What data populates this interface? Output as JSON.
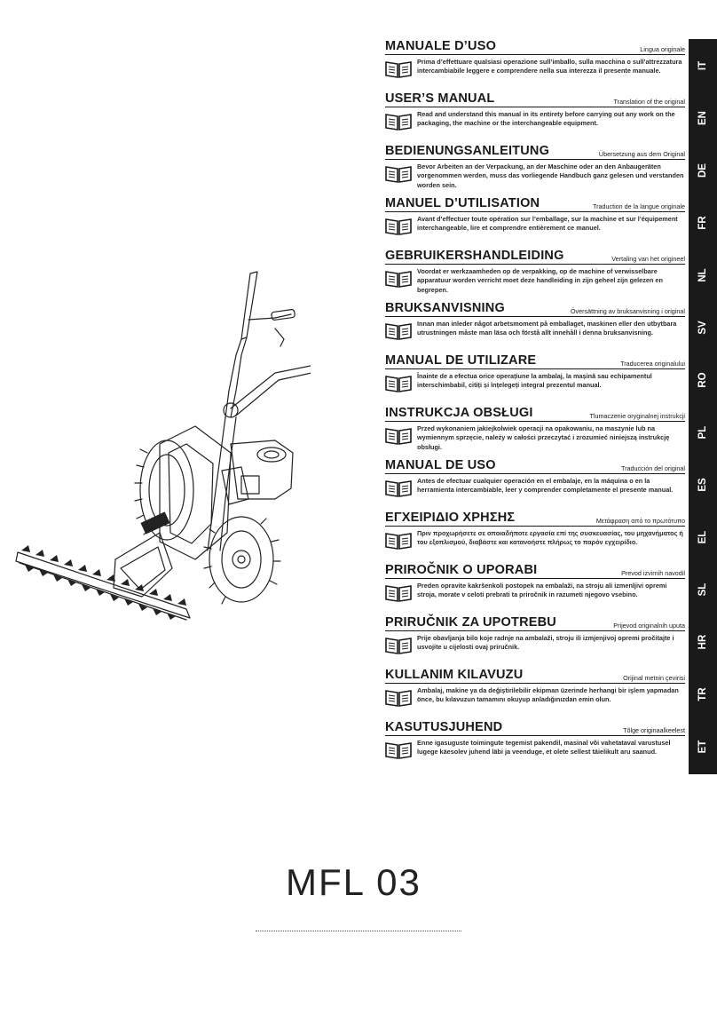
{
  "sections": [
    {
      "code": "IT",
      "title": "MANUALE D’USO",
      "note": "Lingua originale",
      "text": "Prima d’effettuare qualsiasi operazione sull’imballo, sulla macchina o sull’attrezzatura intercambiabile leggere e comprendere nella sua interezza il presente manuale."
    },
    {
      "code": "EN",
      "title": "USER’S MANUAL",
      "note": "Translation of the original",
      "text": "Read and understand this manual in its entirety before carrying out any work on the packaging, the machine or the interchangeable equipment."
    },
    {
      "code": "DE",
      "title": "BEDIENUNGSANLEITUNG",
      "note": "Übersetzung aus dem Original",
      "text": "Bevor Arbeiten an der Verpackung, an der Maschine oder an den Anbaugeräten vorgenommen werden, muss das vorliegende Handbuch ganz gelesen und verstanden worden sein."
    },
    {
      "code": "FR",
      "title": "MANUEL D’UTILISATION",
      "note": "Traduction de la langue originale",
      "text": "Avant d’effectuer toute opération sur l’emballage, sur la machine et sur l’équipement interchangeable, lire et comprendre entièrement ce manuel."
    },
    {
      "code": "NL",
      "title": "GEBRUIKERSHANDLEIDING",
      "note": "Vertaling van het origineel",
      "text": "Voordat er werkzaamheden op de verpakking, op de machine of verwisselbare apparatuur worden verricht moet deze handleiding in zijn geheel zijn gelezen en begrepen."
    },
    {
      "code": "SV",
      "title": "BRUKSANVISNING",
      "note": "Översättning av bruksanvisning i original",
      "text": "Innan man inleder något arbetsmoment på emballaget, maskinen eller den utbytbara utrustningen måste man läsa och förstå allt innehåll i denna bruksanvisning."
    },
    {
      "code": "RO",
      "title": "MANUAL DE UTILIZARE",
      "note": "Traducerea originalului",
      "text": "Înainte de a efectua orice operațiune la ambalaj, la mașină sau echipamentul interschimbabil, citiți și înțelegeți integral prezentul manual."
    },
    {
      "code": "PL",
      "title": "INSTRUKCJA OBSŁUGI",
      "note": "Tlumaczenie oryginalnej instrukcji",
      "text": "Przed wykonaniem jakiejkolwiek operacji na opakowaniu, na maszynie lub na wymiennym sprzęcie, należy w całości przeczytać i zrozumieć niniejszą instrukcję obsługi."
    },
    {
      "code": "ES",
      "title": "MANUAL DE USO",
      "note": "Traducción del original",
      "text": "Antes de efectuar cualquier operación en el embalaje, en la máquina o en la herramienta intercambiable, leer y comprender completamente el presente manual."
    },
    {
      "code": "EL",
      "title": "ΕΓΧΕΙΡΙΔΙΟ ΧΡΗΣΗΣ",
      "note": "Μετάφραση από το πρωτότυπο",
      "text": "Πριν προχωρήσετε σε οποιαδήποτε εργασία επί της συσκευασίας, του μηχανήματος ή του εξοπλισμού, διαβάστε και κατανοήστε πλήρως το παρόν εγχειρίδιο."
    },
    {
      "code": "SL",
      "title": "PRIROČNIK O UPORABI",
      "note": "Prevod izvirnih navodil",
      "text": "Preden opravite kakršenkoli postopek na embalaži, na stroju ali izmenljivi opremi stroja, morate v celoti prebrati ta priročnik in razumeti njegovo vsebino."
    },
    {
      "code": "HR",
      "title": "PRIRUČNIK ZA UPOTREBU",
      "note": "Prijevod originalnih uputa",
      "text": "Prije obavljanja bilo koje radnje na ambalaži, stroju ili izmjenjivoj opremi pročitajte i usvojite u cijelosti ovaj priručnik."
    },
    {
      "code": "TR",
      "title": "KULLANIM KILAVUZU",
      "note": "Orijinal metnin çevirisi",
      "text": "Ambalaj, makine ya da değiştirilebilir ekipman üzerinde herhangi bir işlem yapmadan önce, bu kılavuzun tamamını okuyup anladığınızdan emin olun."
    },
    {
      "code": "ET",
      "title": "KASUTUSJUHEND",
      "note": "Tõlge originaalkeelest",
      "text": "Enne igasuguste toimingute tegemist pakendil, masinal või vahetataval varustusel lugege käesolev juhend läbi ja veenduge, et olete sellest täielikult aru saanud."
    }
  ],
  "model": "MFL 03",
  "icons": {
    "book": "open-book-icon"
  }
}
